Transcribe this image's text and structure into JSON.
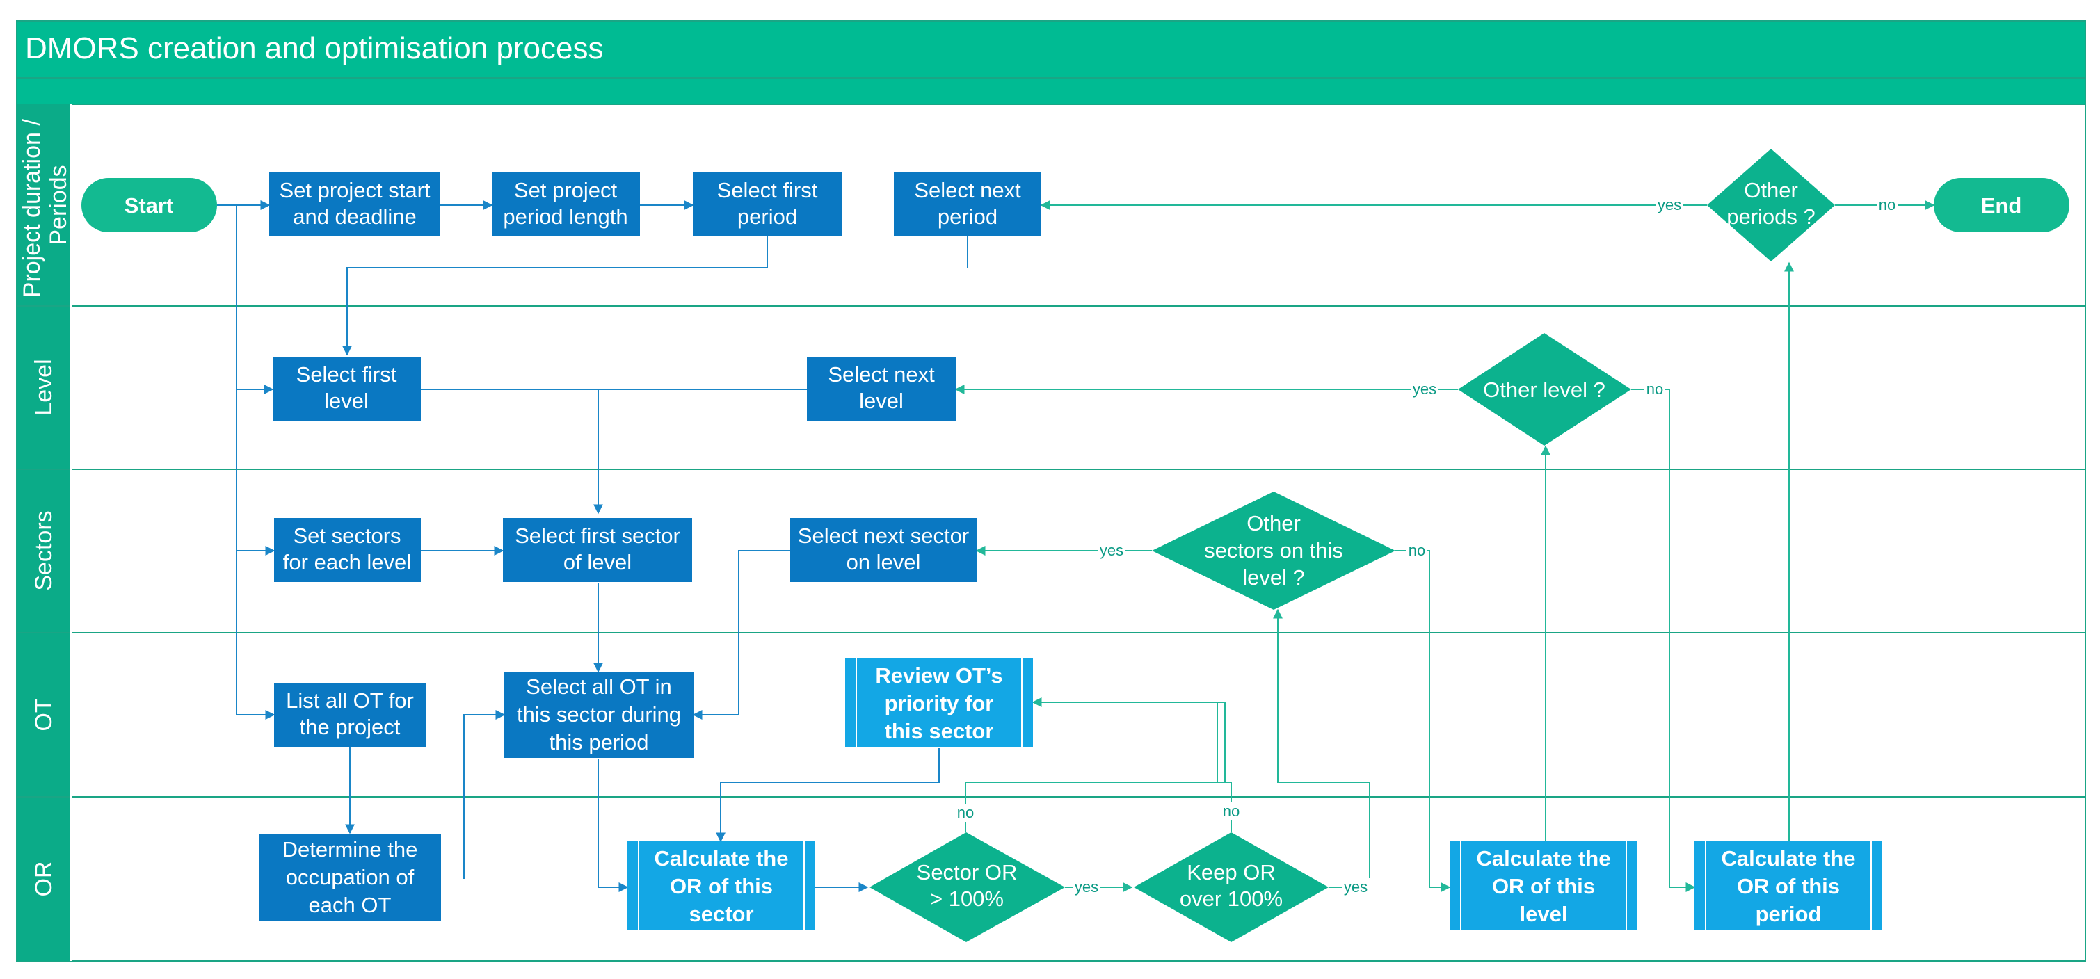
{
  "title": "DMORS creation and optimisation process",
  "lanes": [
    {
      "id": "periods",
      "label_lines": [
        "Project duration /",
        "Periods"
      ]
    },
    {
      "id": "level",
      "label_lines": [
        "Level"
      ]
    },
    {
      "id": "sectors",
      "label_lines": [
        "Sectors"
      ]
    },
    {
      "id": "ot",
      "label_lines": [
        "OT"
      ]
    },
    {
      "id": "or",
      "label_lines": [
        "OR"
      ]
    }
  ],
  "nodes": {
    "start": {
      "lines": [
        "Start"
      ]
    },
    "end": {
      "lines": [
        "End"
      ]
    },
    "set_project_start": {
      "lines": [
        "Set project start",
        "and deadline"
      ]
    },
    "set_period_length": {
      "lines": [
        "Set project",
        "period length"
      ]
    },
    "select_first_period": {
      "lines": [
        "Select first",
        "period"
      ]
    },
    "select_next_period": {
      "lines": [
        "Select next",
        "period"
      ]
    },
    "other_periods": {
      "lines": [
        "Other",
        "periods ?"
      ]
    },
    "select_first_level": {
      "lines": [
        "Select first",
        "level"
      ]
    },
    "select_next_level": {
      "lines": [
        "Select next",
        "level"
      ]
    },
    "other_level": {
      "lines": [
        "Other level ?"
      ]
    },
    "set_sectors": {
      "lines": [
        "Set sectors",
        "for each level"
      ]
    },
    "select_first_sector": {
      "lines": [
        "Select first sector",
        "of level"
      ]
    },
    "select_next_sector": {
      "lines": [
        "Select next sector",
        "on level"
      ]
    },
    "other_sectors": {
      "lines": [
        "Other",
        "sectors on this",
        "level ?"
      ]
    },
    "list_all_ot": {
      "lines": [
        "List all OT for",
        "the project"
      ]
    },
    "select_all_ot": {
      "lines": [
        "Select all OT in",
        "this sector during",
        "this period"
      ]
    },
    "review_priority": {
      "lines": [
        "Review OT’s",
        "priority for",
        "this sector"
      ]
    },
    "determine_occupation": {
      "lines": [
        "Determine the",
        "occupation of",
        "each OT"
      ]
    },
    "calc_or_sector": {
      "lines": [
        "Calculate the",
        "OR of this",
        "sector"
      ]
    },
    "sector_or_check": {
      "lines": [
        "Sector OR",
        "> 100%"
      ]
    },
    "keep_or_check": {
      "lines": [
        "Keep OR",
        "over 100%"
      ]
    },
    "calc_or_level": {
      "lines": [
        "Calculate the",
        "OR of this",
        "level"
      ]
    },
    "calc_or_period": {
      "lines": [
        "Calculate the",
        "OR of this",
        "period"
      ]
    }
  },
  "edge_labels": {
    "yes": "yes",
    "no": "no"
  },
  "colors": {
    "header": "#00bb93",
    "lane_label_bg": "#0bab88",
    "process_box": "#0a78c2",
    "subprocess_box": "#13a7e5",
    "decision": "#0cb28e",
    "terminator": "#13ba91",
    "connector_blue": "#1a86c8",
    "connector_green": "#22b899",
    "border": "#1aa585"
  }
}
